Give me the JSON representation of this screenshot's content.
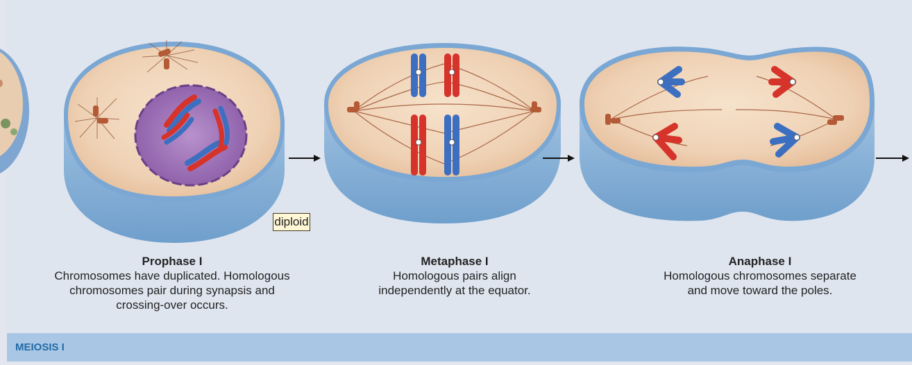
{
  "section_label": "MEIOSIS I",
  "diploid_tag": "diploid",
  "stages": [
    {
      "title": "Prophase I",
      "description_lines": [
        "Chromosomes have duplicated. Homologous",
        "chromosomes pair during synapsis and",
        "crossing-over occurs."
      ]
    },
    {
      "title": "Metaphase I",
      "description_lines": [
        "Homologous pairs align",
        "independently at the equator."
      ]
    },
    {
      "title": "Anaphase I",
      "description_lines": [
        "Homologous chromosomes separate",
        "and move toward the poles."
      ]
    }
  ],
  "colors": {
    "background": "#e3e6ee",
    "cell_cytoplasm": "#f1d9be",
    "cell_membrane_blue": "#8fb6db",
    "nucleus": "#a77bbf",
    "chromosome_red": "#d6332b",
    "chromosome_blue": "#3d6fc0",
    "spindle": "#9a4a2a",
    "section_band": "#a9c7e4",
    "section_label": "#1f6aa8"
  }
}
